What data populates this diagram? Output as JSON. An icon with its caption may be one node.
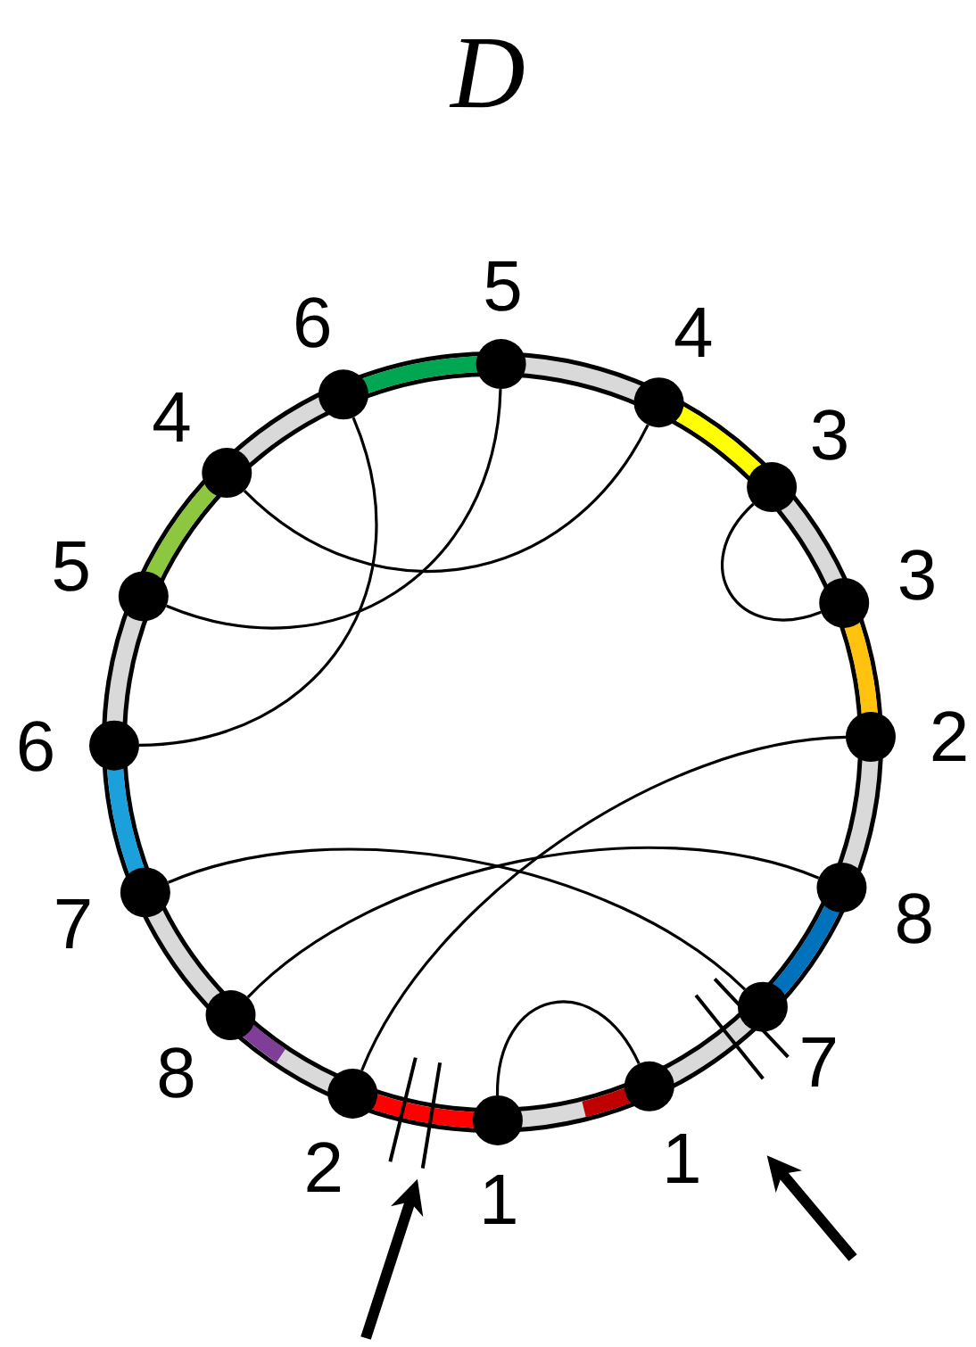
{
  "diagram": {
    "title": "D",
    "nodes": [
      {
        "text": [],
        "shape": "circle",
        "beside": [
          "5"
        ]
      },
      {
        "text": [],
        "shape": "circle",
        "beside": [
          "6"
        ]
      },
      {
        "text": [],
        "shape": "circle",
        "beside": [
          "4"
        ]
      },
      {
        "text": [],
        "shape": "circle",
        "beside": [
          "4"
        ]
      },
      {
        "text": [],
        "shape": "circle",
        "beside": [
          "3"
        ]
      },
      {
        "text": [],
        "shape": "circle",
        "beside": [
          "5"
        ]
      },
      {
        "text": [],
        "shape": "circle",
        "beside": [
          "3"
        ]
      },
      {
        "text": [],
        "shape": "circle",
        "beside": [
          "2"
        ]
      },
      {
        "text": [],
        "shape": "circle",
        "beside": [
          "6"
        ]
      },
      {
        "text": [],
        "shape": "circle",
        "beside": [
          "8"
        ]
      },
      {
        "text": [],
        "shape": "circle",
        "beside": [
          "7"
        ]
      },
      {
        "text": [],
        "shape": "circle",
        "beside": [
          "7"
        ]
      },
      {
        "text": [],
        "shape": "circle",
        "beside": [
          "8"
        ]
      },
      {
        "text": [],
        "shape": "circle",
        "beside": [
          "1"
        ]
      },
      {
        "text": [],
        "shape": "circle",
        "beside": [
          "2"
        ]
      },
      {
        "text": [],
        "shape": "circle",
        "beside": [
          "1"
        ]
      }
    ],
    "edges": [
      {
        "from": 1,
        "to": 8,
        "arrow": "none"
      },
      {
        "from": 0,
        "to": 5,
        "arrow": "none"
      },
      {
        "from": 2,
        "to": 3,
        "arrow": "none"
      },
      {
        "from": 4,
        "to": 6,
        "arrow": "none"
      },
      {
        "from": 7,
        "to": 14,
        "arrow": "none"
      },
      {
        "from": 10,
        "to": 11,
        "arrow": "none"
      },
      {
        "from": 12,
        "to": 9,
        "arrow": "none"
      },
      {
        "from": 15,
        "to": 13,
        "arrow": "none"
      }
    ]
  }
}
